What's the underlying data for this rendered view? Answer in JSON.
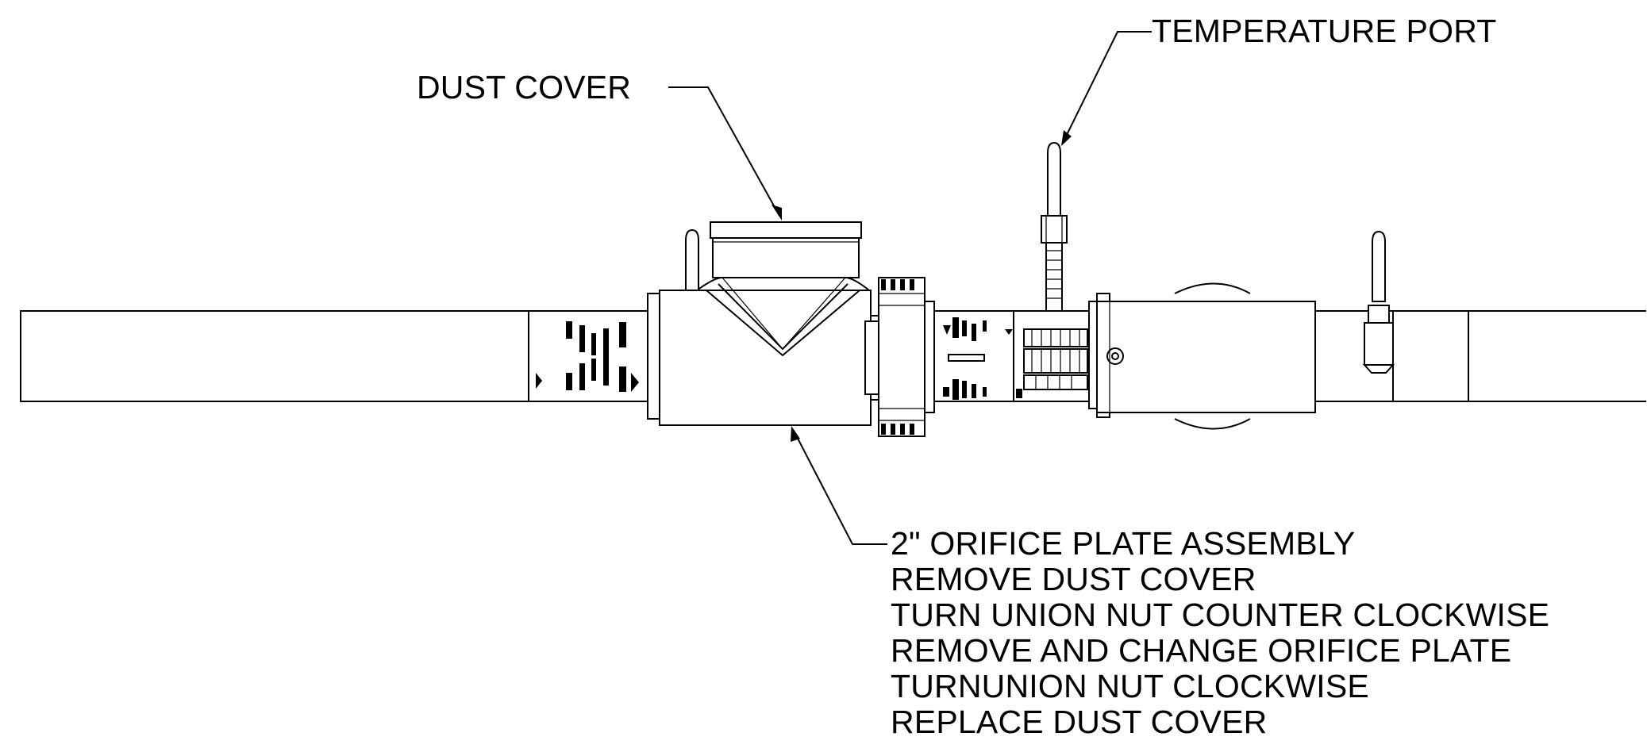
{
  "callouts": {
    "dust_cover": "DUST COVER",
    "temperature_port": "TEMPERATURE PORT",
    "orifice_assembly": {
      "lines": [
        "2\" ORIFICE PLATE ASSEMBLY",
        "REMOVE DUST COVER",
        "TURN UNION NUT COUNTER CLOCKWISE",
        "REMOVE AND CHANGE ORIFICE PLATE",
        "TURNUNION NUT CLOCKWISE",
        "REPLACE DUST COVER"
      ]
    }
  },
  "colors": {
    "line": "#000000",
    "background": "#ffffff"
  }
}
